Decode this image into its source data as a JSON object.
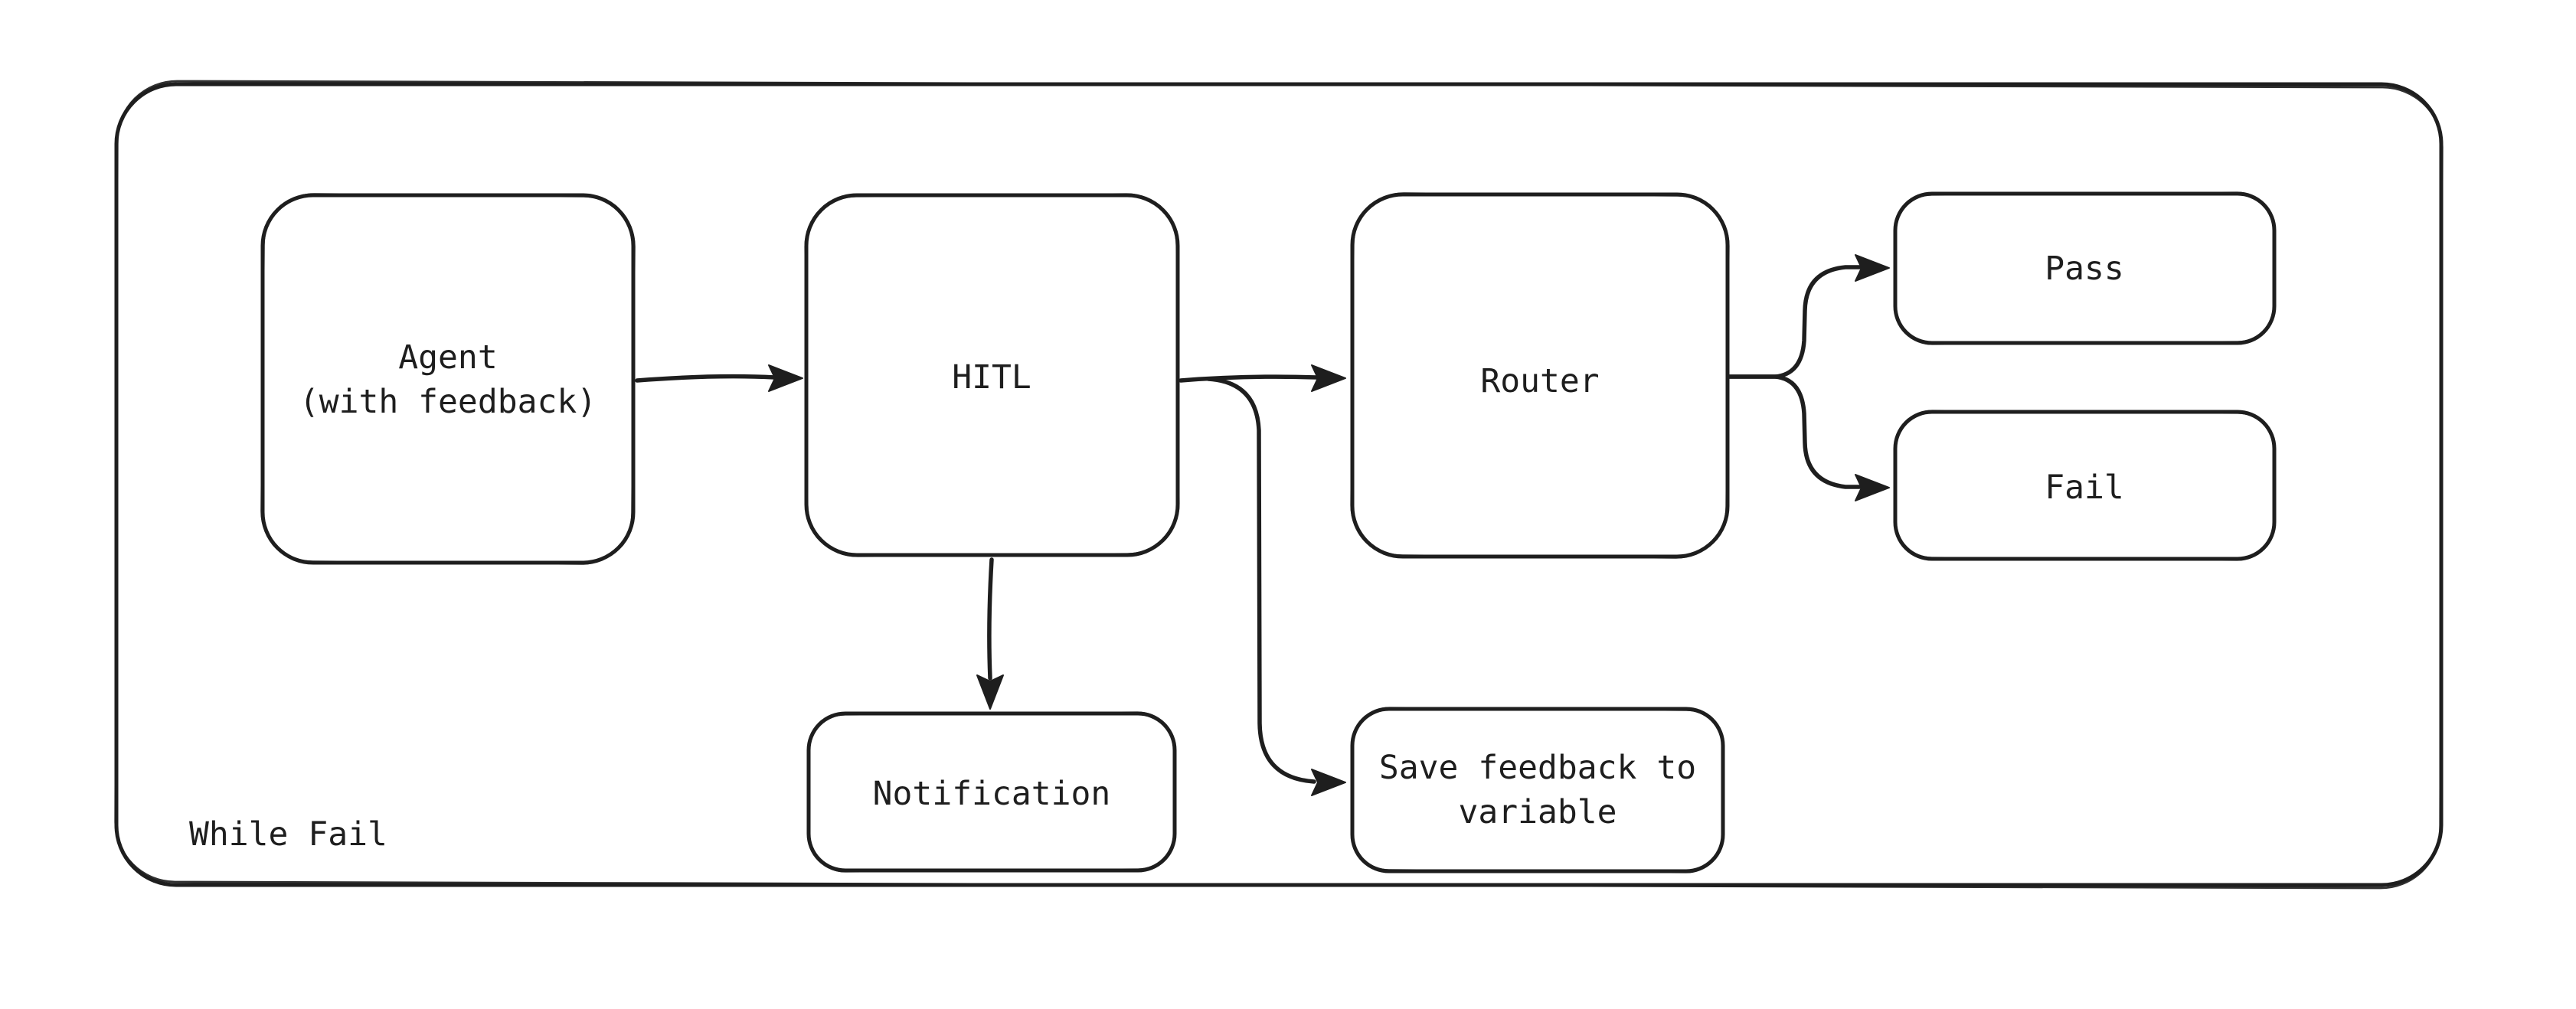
{
  "diagram": {
    "type": "flowchart",
    "style": "hand-drawn-sketch",
    "background_color": "#ffffff",
    "stroke_color": "#1e1e1e",
    "container": {
      "label": "While Fail"
    },
    "nodes": {
      "agent": {
        "label_line1": "Agent",
        "label_line2": "(with feedback)"
      },
      "hitl": {
        "label": "HITL"
      },
      "router": {
        "label": "Router"
      },
      "pass": {
        "label": "Pass"
      },
      "fail": {
        "label": "Fail"
      },
      "notification": {
        "label": "Notification"
      },
      "save_feedback": {
        "label_line1": "Save feedback to",
        "label_line2": "variable"
      }
    },
    "edges": [
      {
        "from": "Agent (with feedback)",
        "to": "HITL"
      },
      {
        "from": "HITL",
        "to": "Router"
      },
      {
        "from": "HITL",
        "to": "Notification"
      },
      {
        "from": "HITL",
        "to": "Save feedback to variable"
      },
      {
        "from": "Router",
        "to": "Pass"
      },
      {
        "from": "Router",
        "to": "Fail"
      }
    ]
  }
}
